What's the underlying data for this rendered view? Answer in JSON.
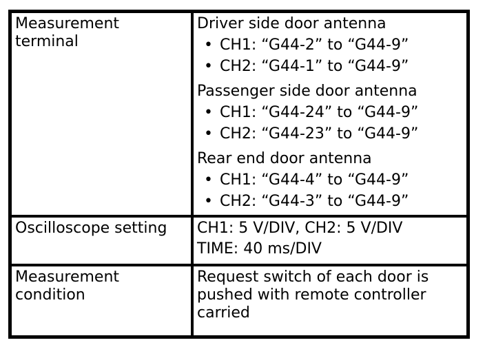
{
  "table": {
    "bullet_char": "•",
    "colors": {
      "border": "#000000",
      "background": "#ffffff",
      "text": "#000000"
    },
    "rows": [
      {
        "label": "Measurement\nterminal",
        "groups": [
          {
            "heading": "Driver side door antenna",
            "items": [
              "CH1: “G44-2” to “G44-9”",
              "CH2: “G44-1” to “G44-9”"
            ]
          },
          {
            "heading": "Passenger side door antenna",
            "items": [
              "CH1: “G44-24” to “G44-9”",
              "CH2: “G44-23” to “G44-9”"
            ]
          },
          {
            "heading": "Rear end door antenna",
            "items": [
              "CH1: “G44-4” to “G44-9”",
              "CH2: “G44-3” to “G44-9”"
            ]
          }
        ]
      },
      {
        "label": "Oscilloscope setting",
        "lines": [
          "CH1: 5 V/DIV, CH2: 5 V/DIV",
          "TIME: 40 ms/DIV"
        ]
      },
      {
        "label": "Measurement\ncondition",
        "text": "Request switch of each door is pushed with remote controller carried"
      }
    ]
  }
}
